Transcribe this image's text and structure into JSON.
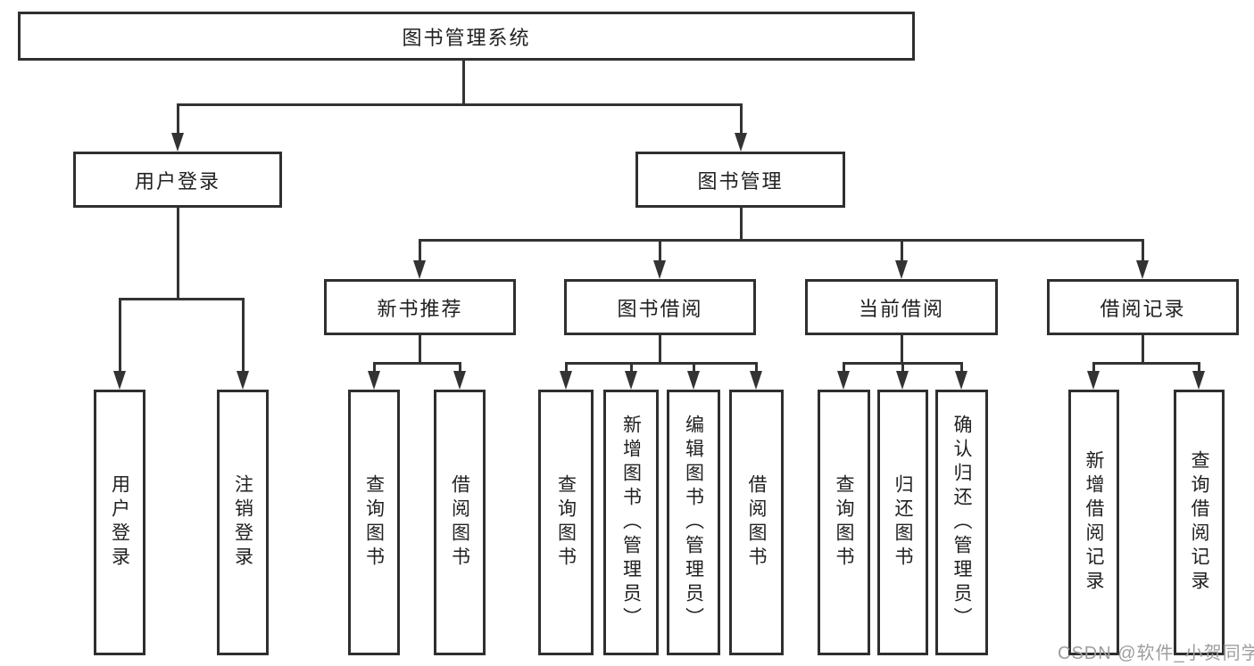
{
  "colors": {
    "line": "#333333",
    "box_border": "#2f2f2f",
    "text": "#212121",
    "watermark": "#9e9e9e",
    "background": "#ffffff"
  },
  "watermark": {
    "text": "CSDN @软件_小贺同学"
  },
  "tree": {
    "label": "图书管理系统",
    "children": [
      {
        "label": "用户登录",
        "children": [
          {
            "label": "用户登录"
          },
          {
            "label": "注销登录"
          }
        ]
      },
      {
        "label": "图书管理",
        "children": [
          {
            "label": "新书推荐",
            "children": [
              {
                "label": "查询图书"
              },
              {
                "label": "借阅图书"
              }
            ]
          },
          {
            "label": "图书借阅",
            "children": [
              {
                "label": "查询图书"
              },
              {
                "label": "新增图书（管理员）"
              },
              {
                "label": "编辑图书（管理员）"
              },
              {
                "label": "借阅图书"
              }
            ]
          },
          {
            "label": "当前借阅",
            "children": [
              {
                "label": "查询图书"
              },
              {
                "label": "归还图书"
              },
              {
                "label": "确认归还（管理员）"
              }
            ]
          },
          {
            "label": "借阅记录",
            "children": [
              {
                "label": "新增借阅记录"
              },
              {
                "label": "查询借阅记录"
              }
            ]
          }
        ]
      }
    ]
  }
}
